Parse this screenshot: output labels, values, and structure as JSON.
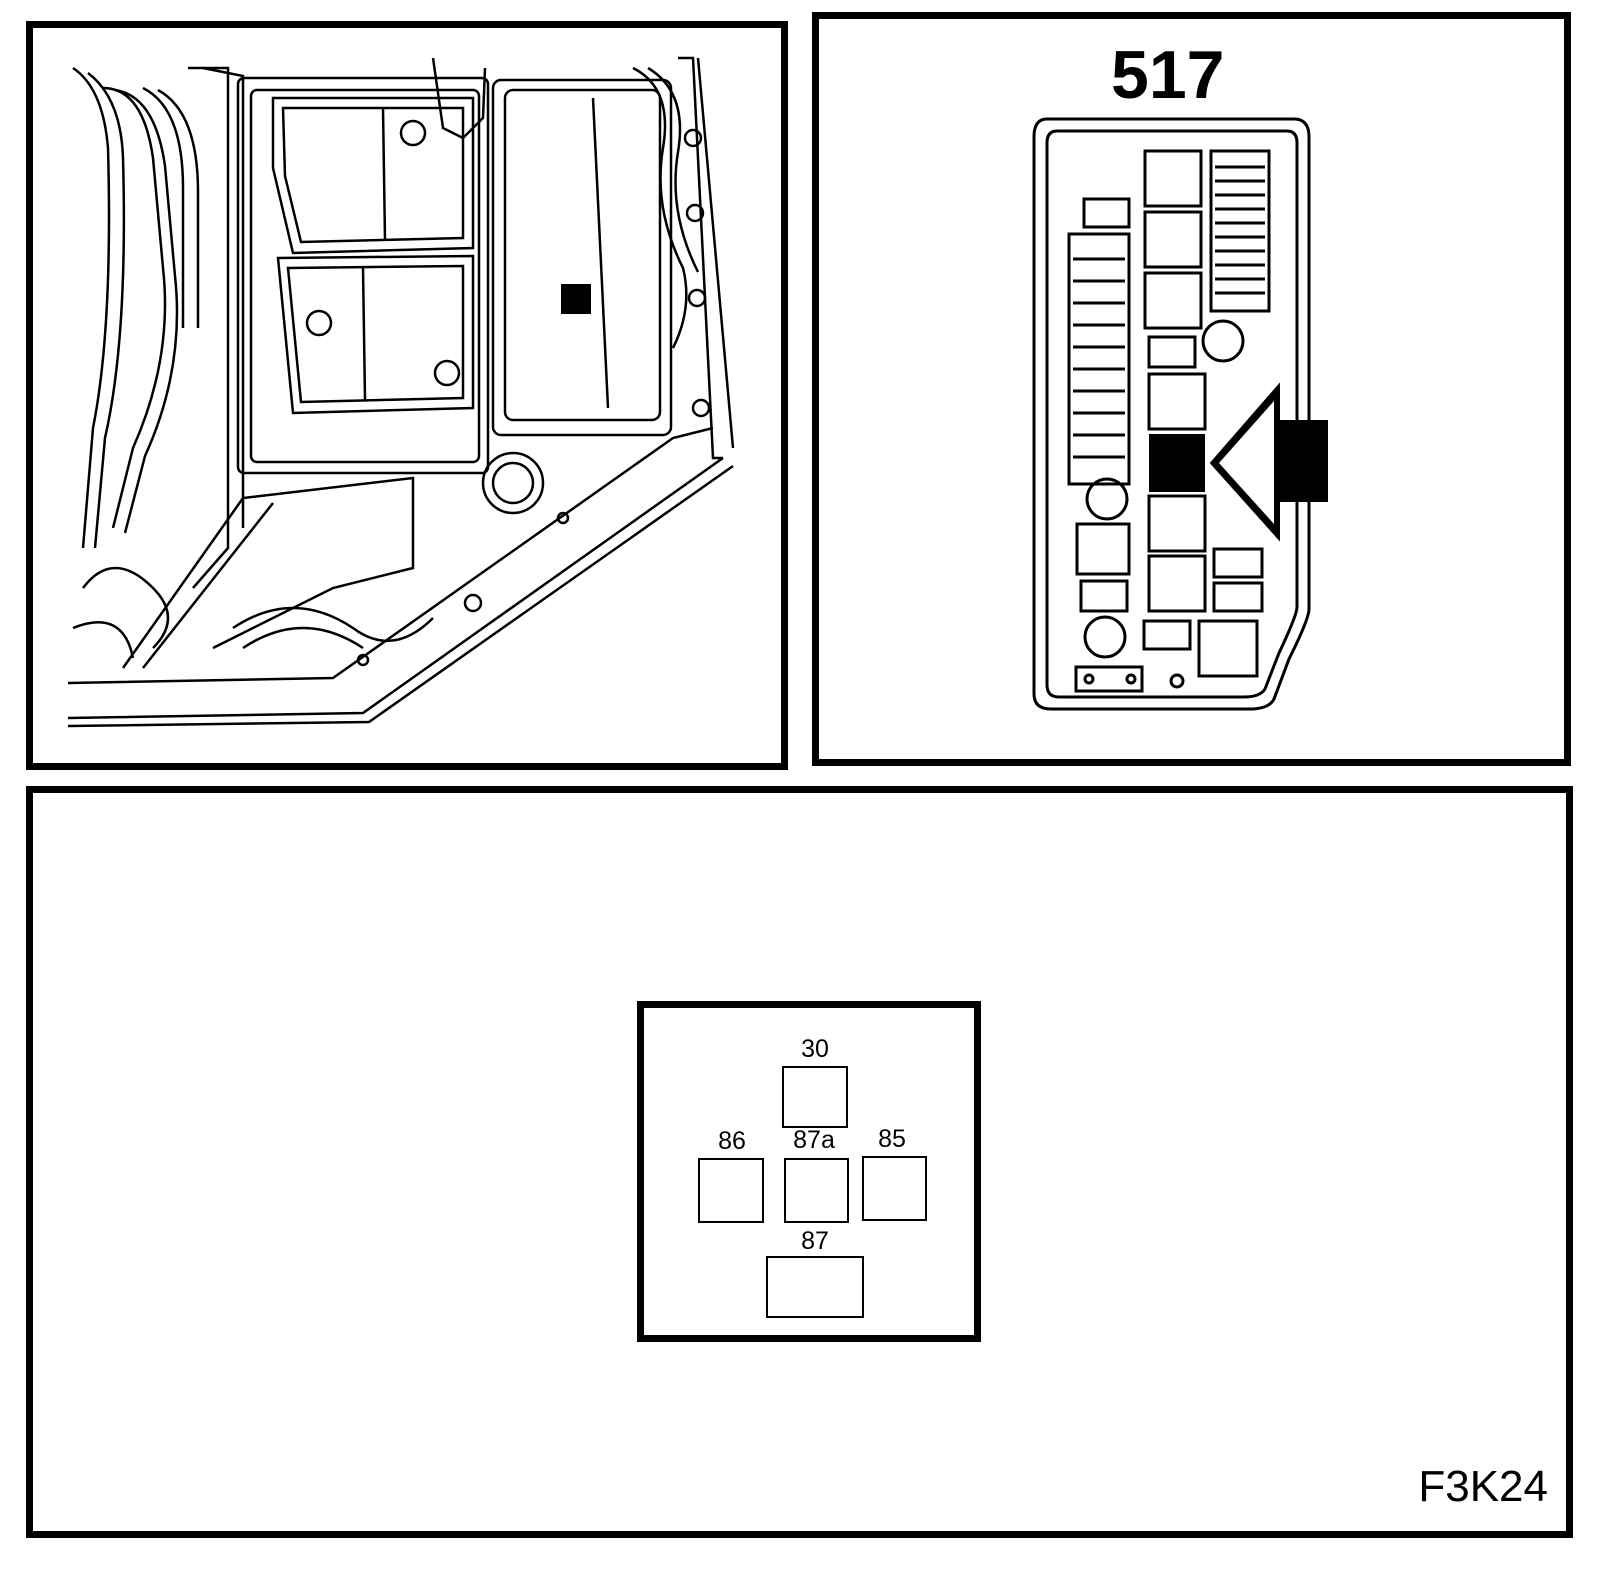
{
  "fuse_box": {
    "number": "517"
  },
  "relay": {
    "pins": {
      "p30": "30",
      "p86": "86",
      "p87a": "87a",
      "p85": "85",
      "p87": "87"
    }
  },
  "figure_code": "F3K24",
  "colors": {
    "line": "#000000",
    "background": "#ffffff"
  }
}
